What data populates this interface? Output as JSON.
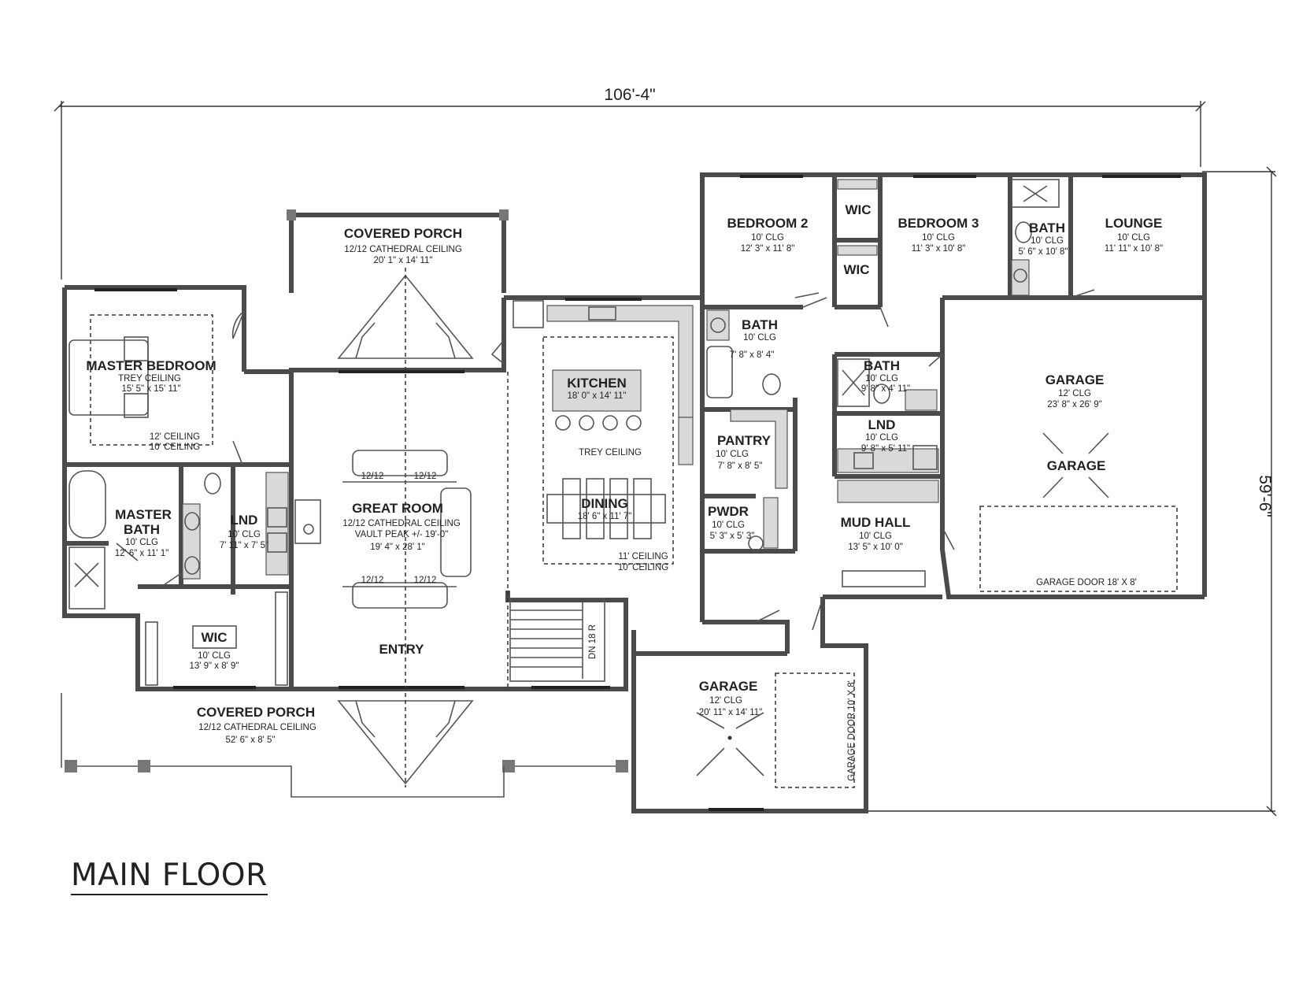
{
  "plan": {
    "title": "MAIN FLOOR",
    "overall_width": "106'-4\"",
    "overall_depth": "59'-6\""
  },
  "rooms": {
    "porch_back": {
      "name": "COVERED PORCH",
      "d1": "12/12 CATHEDRAL CEILING",
      "d2": "20' 1\" x 14' 11\""
    },
    "master_bed": {
      "name": "MASTER BEDROOM",
      "d1": "TREY CEILING",
      "d2": "15' 5\" x 15' 11\"",
      "d3": "12' CEILING",
      "d4": "10' CEILING"
    },
    "master_bath": {
      "name": "MASTER",
      "name2": "BATH",
      "d1": "10' CLG",
      "d2": "12' 6\" x 11' 1\""
    },
    "lnd_master": {
      "name": "LND",
      "d1": "10' CLG",
      "d2": "7' 11\" x 7' 5\""
    },
    "wic_master": {
      "name": "WIC",
      "d1": "10' CLG",
      "d2": "13' 9\" x 8' 9\""
    },
    "great_room": {
      "name": "GREAT ROOM",
      "d1": "12/12 CATHEDRAL CEILING",
      "d2": "VAULT PEAK +/- 19'-0\"",
      "d3": "19' 4\" x 28' 1\"",
      "p1": "12/12",
      "p2": "12/12",
      "p3": "12/12",
      "p4": "12/12"
    },
    "entry": {
      "name": "ENTRY"
    },
    "kitchen": {
      "name": "KITCHEN",
      "d1": "18' 0\" x 14' 11\"",
      "d2": "TREY CEILING"
    },
    "dining": {
      "name": "DINING",
      "d1": "18' 6\" x 11' 7\"",
      "d2": "11' CEILING",
      "d3": "10' CEILING"
    },
    "bed2": {
      "name": "BEDROOM 2",
      "d1": "10' CLG",
      "d2": "12' 3\" x 11' 8\""
    },
    "bed3": {
      "name": "BEDROOM 3",
      "d1": "10' CLG",
      "d2": "11' 3\" x 10' 8\""
    },
    "wic_a": {
      "name": "WIC"
    },
    "wic_b": {
      "name": "WIC"
    },
    "bath_hall": {
      "name": "BATH",
      "d1": "10' CLG",
      "d2": "7' 8\" x 8' 4\""
    },
    "bath_lounge": {
      "name": "BATH",
      "d1": "10' CLG",
      "d2": "5' 6\" x 10' 8\""
    },
    "lounge": {
      "name": "LOUNGE",
      "d1": "10' CLG",
      "d2": "11' 11\" x 10' 8\""
    },
    "bath_mud": {
      "name": "BATH",
      "d1": "10' CLG",
      "d2": "9' 8\" x 4' 11\""
    },
    "lnd_mud": {
      "name": "LND",
      "d1": "10' CLG",
      "d2": "9' 8\" x 5' 11\""
    },
    "pantry": {
      "name": "PANTRY",
      "d1": "10' CLG",
      "d2": "7' 8\" x 8' 5\""
    },
    "pwdr": {
      "name": "PWDR",
      "d1": "10' CLG",
      "d2": "5' 3\" x 5' 3\""
    },
    "mud_hall": {
      "name": "MUD HALL",
      "d1": "10' CLG",
      "d2": "13' 5\" x 10' 0\""
    },
    "garage_main": {
      "name": "GARAGE",
      "d1": "12' CLG",
      "d2": "23' 8\" x 26' 9\"",
      "mark": "GARAGE",
      "door": "GARAGE DOOR 18' X 8'"
    },
    "garage_small": {
      "name": "GARAGE",
      "d1": "12' CLG",
      "d2": "20' 11\" x 14' 11\"",
      "door": "GARAGE DOOR 10' X 8'"
    },
    "porch_front": {
      "name": "COVERED PORCH",
      "d1": "12/12 CATHEDRAL CEILING",
      "d2": "52' 6\" x 8' 5\""
    },
    "stair": {
      "label": "DN 18 R"
    }
  }
}
